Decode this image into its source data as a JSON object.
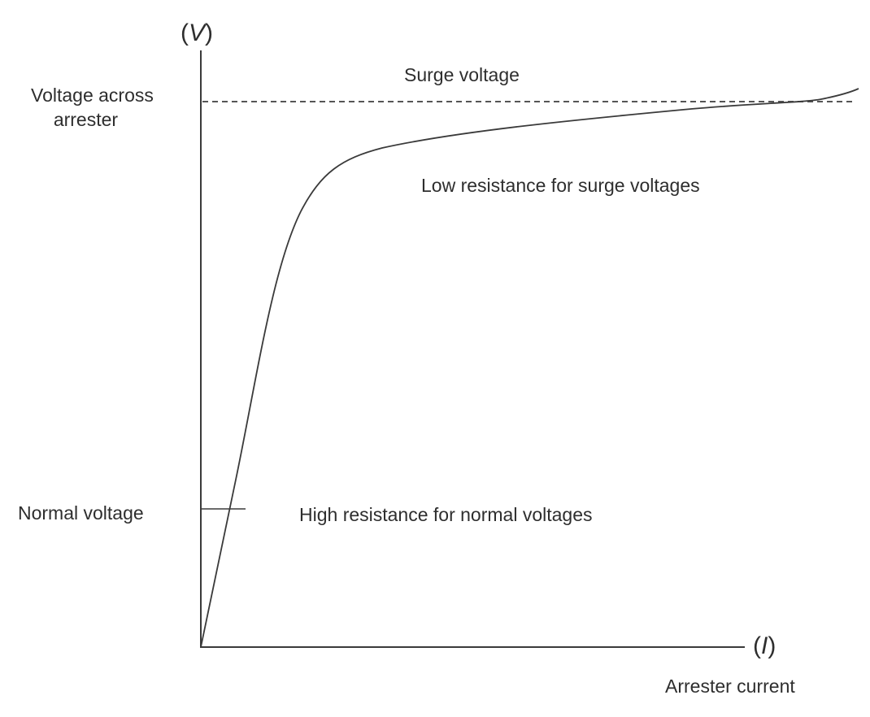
{
  "diagram": {
    "y_axis_symbol_open": "(",
    "y_axis_symbol": "V",
    "y_axis_symbol_close": ")",
    "x_axis_symbol_open": "(",
    "x_axis_symbol": "I",
    "x_axis_symbol_close": ")",
    "y_axis_label_line1": "Voltage across",
    "y_axis_label_line2": "arrester",
    "x_axis_label": "Arrester current",
    "surge_voltage_label": "Surge voltage",
    "normal_voltage_label": "Normal voltage",
    "low_resistance_label": "Low resistance for surge voltages",
    "high_resistance_label": "High resistance for normal voltages",
    "line_color": "#3a3a3a"
  }
}
